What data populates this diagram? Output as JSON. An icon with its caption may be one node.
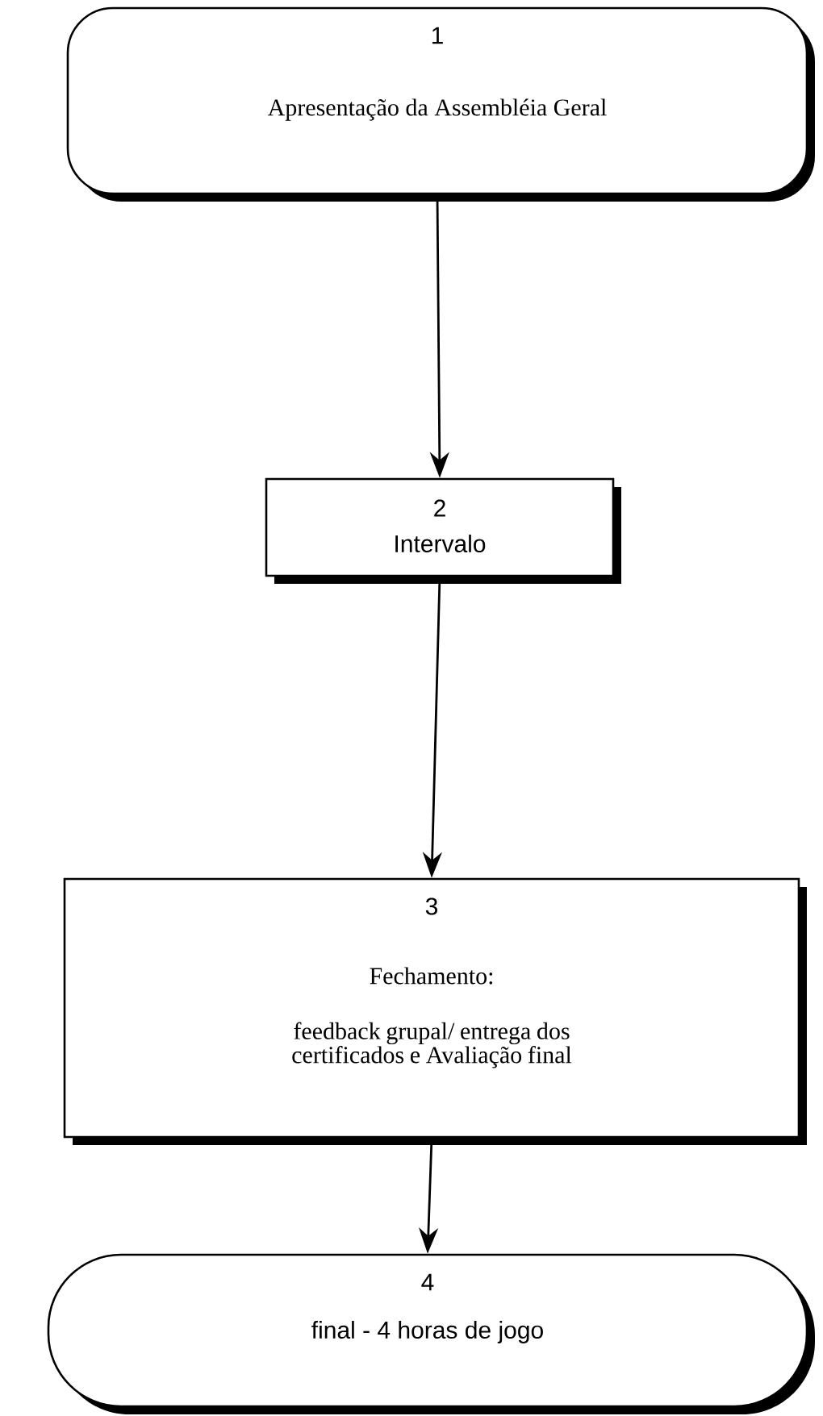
{
  "diagram": {
    "nodes": [
      {
        "text": [
          "1",
          "Apresentação da Assembléia Geral"
        ]
      },
      {
        "text": [
          "2",
          "Intervalo"
        ]
      },
      {
        "text": [
          "3",
          "Fechamento:",
          "feedback grupal/ entrega dos certificados e Avaliação final"
        ]
      },
      {
        "text": [
          "4",
          "final -  4 horas de jogo"
        ]
      }
    ],
    "edges": [
      {
        "from": 0,
        "to": 1,
        "arrow": "to"
      },
      {
        "from": 1,
        "to": 2,
        "arrow": "to"
      },
      {
        "from": 2,
        "to": 3,
        "arrow": "to"
      }
    ]
  }
}
